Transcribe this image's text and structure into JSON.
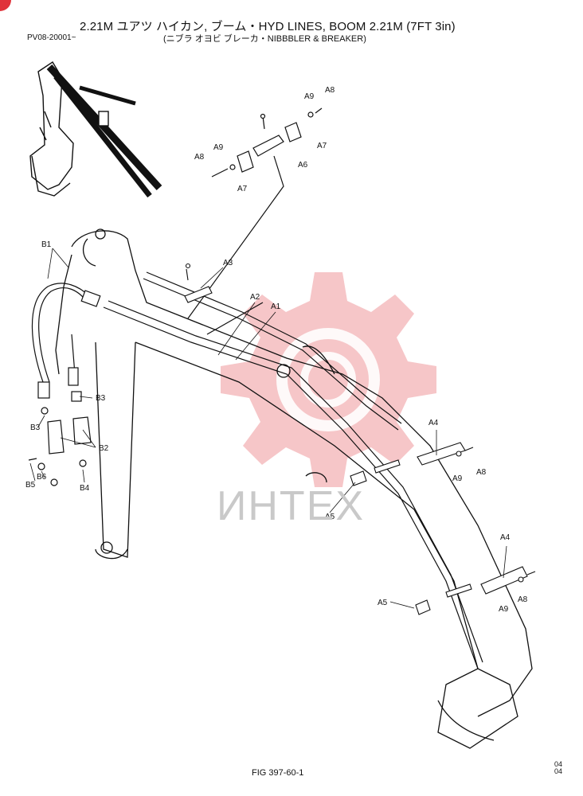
{
  "header": {
    "title": "2.21M ユアツ ハイカン, ブーム・HYD LINES, BOOM 2.21M (7FT 3in)",
    "subtitle": "(ニブラ オヨビ ブレーカ・NIBBBLER & BREAKER)",
    "serial": "PV08-20001~"
  },
  "footer": {
    "figure": "FIG 397-60-1",
    "code_top": "04",
    "code_bottom": "04"
  },
  "watermark": {
    "text": "ИНТЕХ",
    "color": "#e0323a"
  },
  "callouts": [
    "A1",
    "A2",
    "A3",
    "A4",
    "A4",
    "A5",
    "A5",
    "A6",
    "A7",
    "A7",
    "A8",
    "A8",
    "A8",
    "A8",
    "A9",
    "A9",
    "A9",
    "A9",
    "B1",
    "B2",
    "B3",
    "B3",
    "B4",
    "B5",
    "B6"
  ]
}
